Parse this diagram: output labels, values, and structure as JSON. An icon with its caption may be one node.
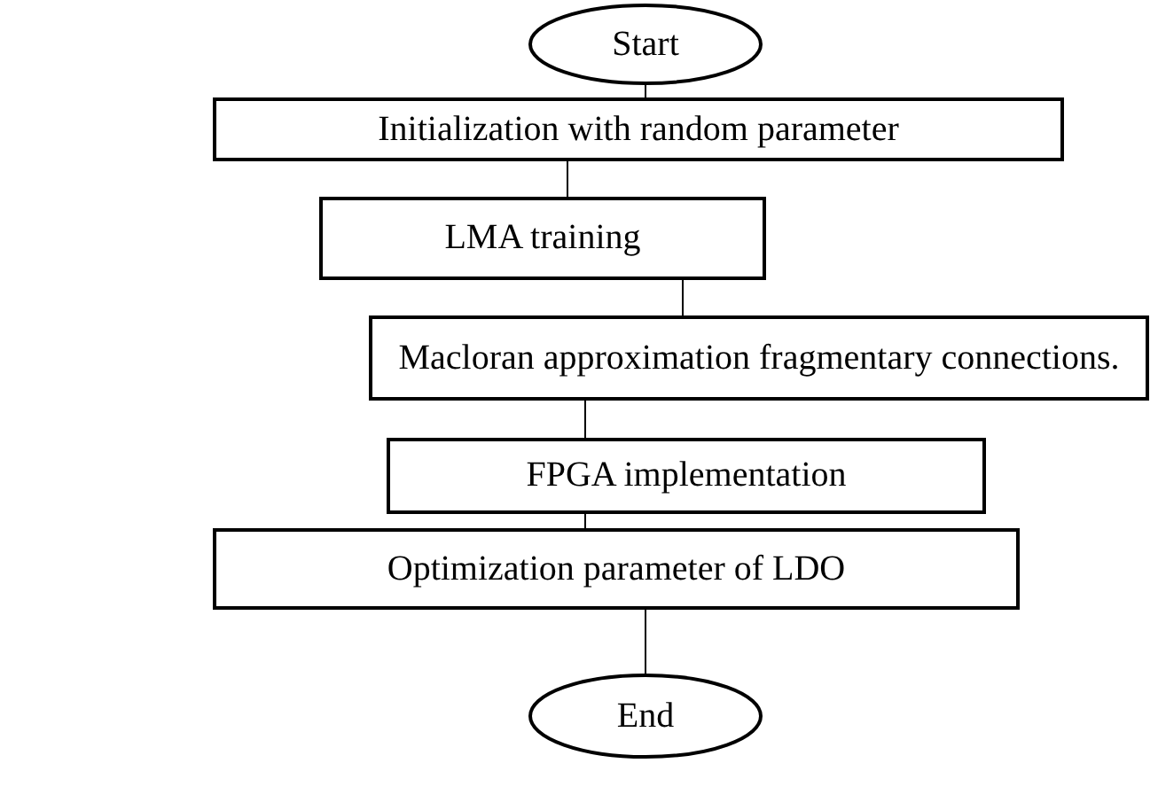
{
  "diagram": {
    "nodes": [
      {
        "text": [
          "Start"
        ]
      },
      {
        "text": [
          "Initialization with random parameter"
        ]
      },
      {
        "text": [
          "LMA training"
        ]
      },
      {
        "text": [
          "Macloran approximation fragmentary connections."
        ]
      },
      {
        "text": [
          "FPGA implementation"
        ]
      },
      {
        "text": [
          "Optimization parameter of LDO"
        ]
      },
      {
        "text": [
          "End"
        ]
      }
    ],
    "edges": [
      {
        "from": 0,
        "to": 1,
        "arrow": "none"
      },
      {
        "from": 1,
        "to": 2,
        "arrow": "none"
      },
      {
        "from": 2,
        "to": 3,
        "arrow": "none"
      },
      {
        "from": 3,
        "to": 4,
        "arrow": "none"
      },
      {
        "from": 4,
        "to": 5,
        "arrow": "none"
      },
      {
        "from": 5,
        "to": 6,
        "arrow": "none"
      }
    ]
  }
}
